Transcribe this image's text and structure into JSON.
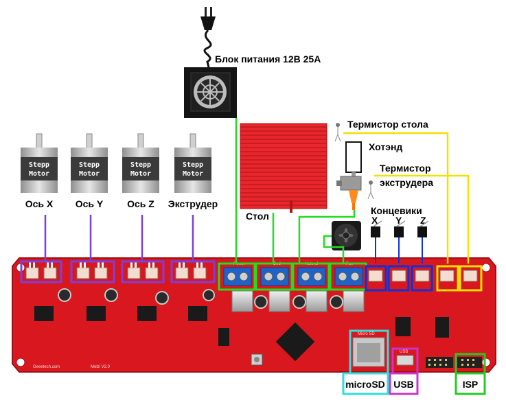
{
  "power_supply": {
    "label": "Блок питания 12В 25А"
  },
  "bed": {
    "label": "Стол"
  },
  "thermistors": {
    "bed": "Термистор стола",
    "extruder_line1": "Термистор",
    "extruder_line2": "экструдера"
  },
  "hotend": {
    "label": "Хотэнд"
  },
  "endstops": {
    "label": "Концевики",
    "axes": [
      "X",
      "Y",
      "Z"
    ]
  },
  "motors": [
    {
      "label": "Ось X",
      "line1": "Stepp",
      "line2": "Motor"
    },
    {
      "label": "Ось Y",
      "line1": "Stepp",
      "line2": "Motor"
    },
    {
      "label": "Ось Z",
      "line1": "Stepp",
      "line2": "Motor"
    },
    {
      "label": "Экструдер",
      "line1": "Stepp",
      "line2": "Motor"
    }
  ],
  "board": {
    "silkscreen": {
      "power": "Power",
      "bed": "Bed",
      "hotend": "Hotend",
      "fan": "Fan",
      "microsd": "Micro SD",
      "usb": "USB",
      "brand": "Geeetech.com",
      "model": "Melzi V2.0"
    },
    "ports": {
      "microsd": "microSD",
      "usb": "USB",
      "isp": "ISP"
    }
  },
  "colors": {
    "board": "#d8181e",
    "motor_wire": "#7a3fe0",
    "power_wire": "#22dd22",
    "thermistor_wire": "#f2e000",
    "endstop_box": "#1030d8",
    "microsd_box": "#33dddd",
    "usb_box": "#cc33cc",
    "isp_box": "#22cc22"
  }
}
